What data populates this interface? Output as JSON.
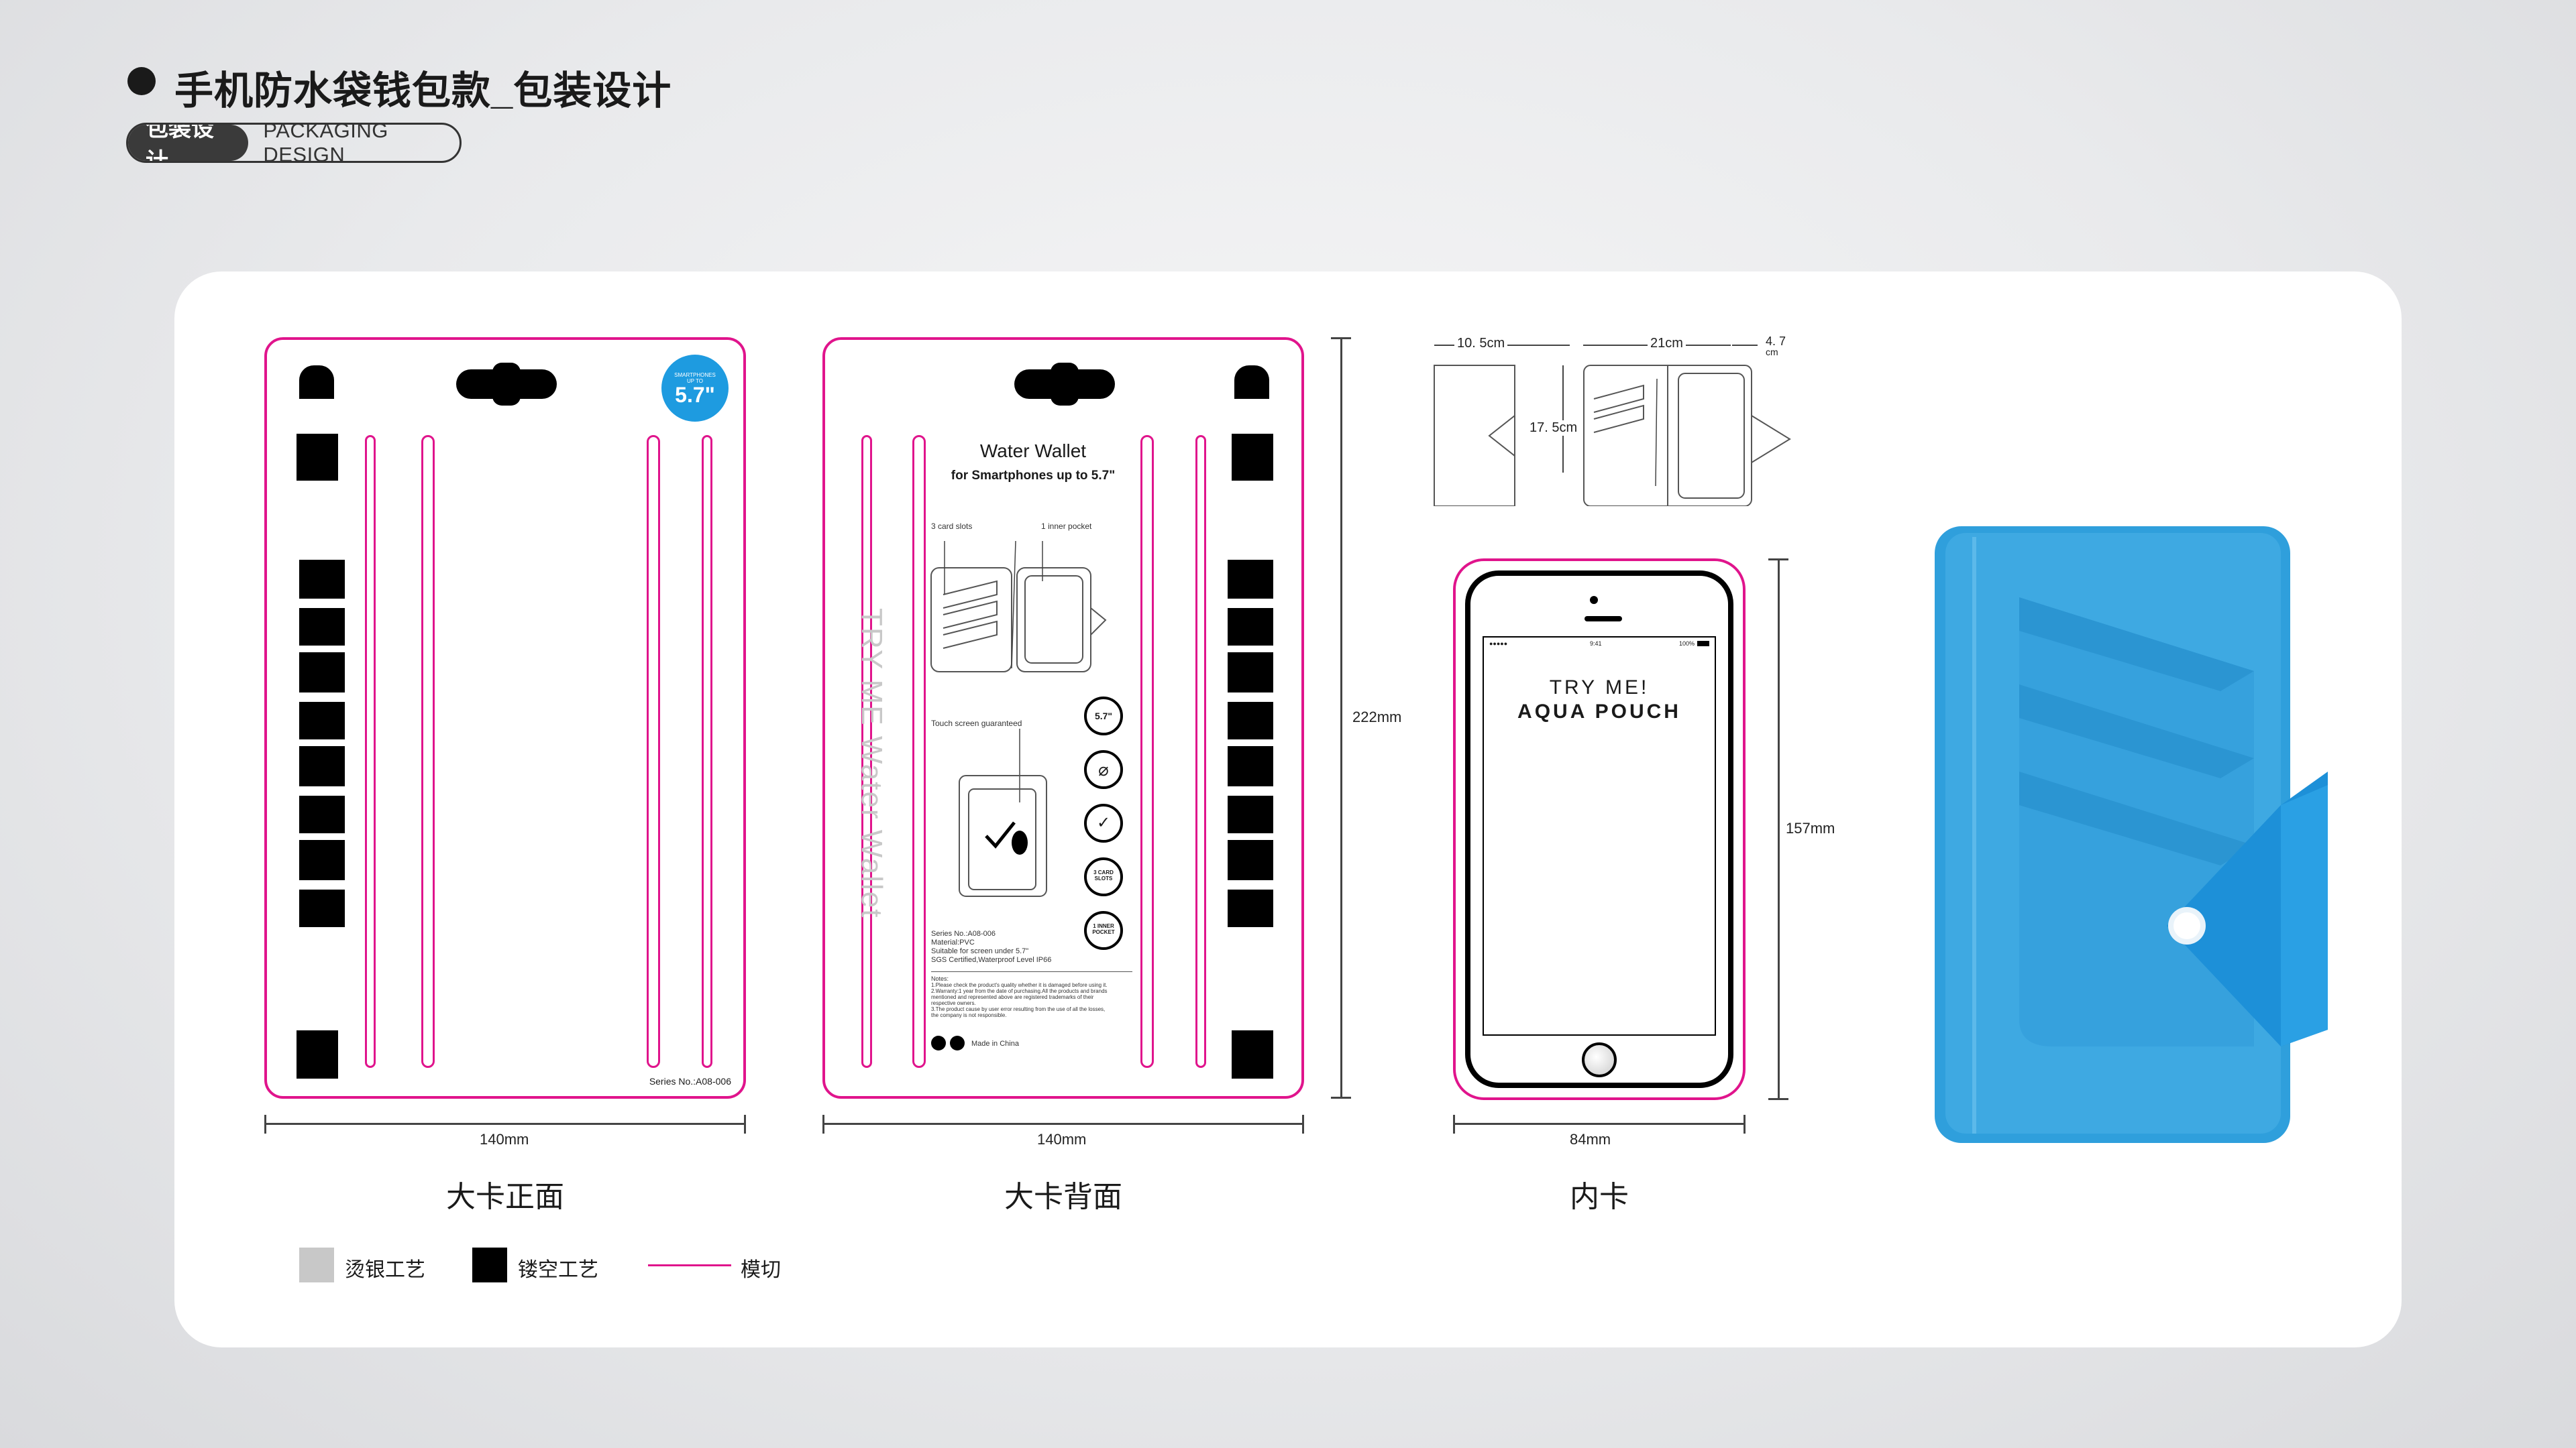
{
  "header": {
    "title": "手机防水袋钱包款_包装设计",
    "tag_cn": "包装设计",
    "tag_en": "PACKAGING DESIGN"
  },
  "front_card": {
    "badge_small": "SMARTPHONES UP TO",
    "badge_big": "5.7\"",
    "series": "Series No.:A08-006",
    "width": "140mm",
    "caption": "大卡正面"
  },
  "back_card": {
    "title": "Water Wallet",
    "subtitle": "for Smartphones up to 5.7\"",
    "label_card_slots": "3 card slots",
    "label_inner_pocket": "1 inner pocket",
    "label_touch": "Touch screen guaranteed",
    "vertical_text": "TRY ME Water Wallet",
    "icons": [
      "5.7\"",
      "⌀",
      "✓",
      "3 CARD SLOTS",
      "1 INNER POCKET"
    ],
    "specs": [
      "Series No.:A08-006",
      "Material:PVC",
      "Suitable for screen under 5.7\"",
      "SGS Certified,Waterproof Level IP66"
    ],
    "notes_title": "Notes:",
    "notes": [
      "1.Please check the product's quality whether it is damaged before using it.",
      "2.Warranty:1 year from the date of purchasing.All the products and brands",
      "  mentioned and represented above are registered trademarks of their",
      "  respective owners.",
      "3.The product cause by user error resulting from the use of all the losses,",
      "  the company is not responsible."
    ],
    "made_in": "Made in China",
    "width": "140mm",
    "height": "222mm",
    "caption": "大卡背面"
  },
  "pouch_diagram": {
    "dim_a": "10. 5cm",
    "dim_b": "21cm",
    "dim_c": "4. 7",
    "dim_c_unit": "cm",
    "dim_h": "17. 5cm"
  },
  "inner_card": {
    "status_carrier": "●●●●● ",
    "status_time": "9:41",
    "status_battery": "100%",
    "line1": "TRY ME!",
    "line2": "AQUA POUCH",
    "width": "84mm",
    "height": "157mm",
    "caption": "内卡"
  },
  "legend": [
    {
      "label": "烫银工艺",
      "color": "#c8c8c8"
    },
    {
      "label": "镂空工艺",
      "color": "#000000"
    },
    {
      "label": "模切",
      "color": "#e0148c"
    }
  ],
  "colors": {
    "dieline": "#e0148c",
    "badge": "#1e9be0",
    "pouch": "#3ea9e2"
  }
}
